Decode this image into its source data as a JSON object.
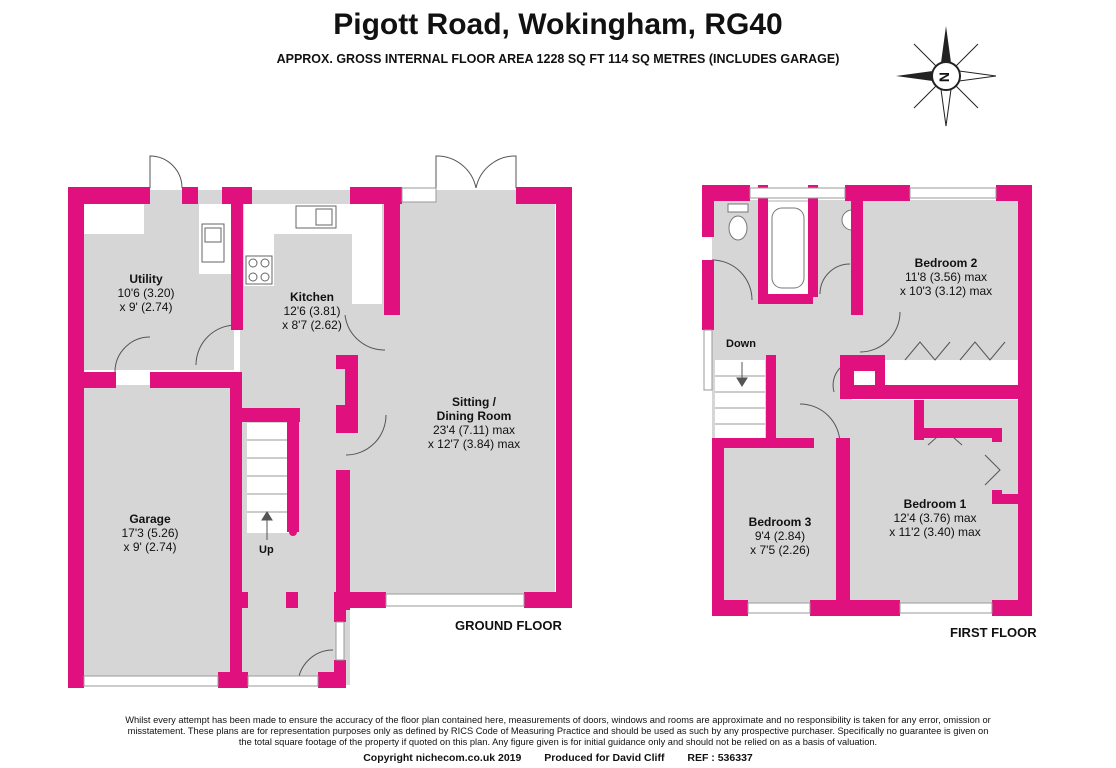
{
  "header": {
    "title": "Pigott Road, Wokingham, RG40",
    "subtitle": "APPROX. GROSS INTERNAL FLOOR AREA 1228 SQ FT 114 SQ METRES (INCLUDES GARAGE)"
  },
  "compass": {
    "letter": "N"
  },
  "ground_floor": {
    "label": "GROUND FLOOR",
    "up_label": "Up",
    "rooms": {
      "utility": {
        "name": "Utility",
        "dim1": "10'6 (3.20)",
        "dim2": "x 9' (2.74)"
      },
      "kitchen": {
        "name": "Kitchen",
        "dim1": "12'6 (3.81)",
        "dim2": "x 8'7 (2.62)"
      },
      "sitting": {
        "name": "Sitting /",
        "name2": "Dining Room",
        "dim1": "23'4 (7.11) max",
        "dim2": "x 12'7 (3.84) max"
      },
      "garage": {
        "name": "Garage",
        "dim1": "17'3 (5.26)",
        "dim2": "x 9' (2.74)"
      }
    }
  },
  "first_floor": {
    "label": "FIRST FLOOR",
    "down_label": "Down",
    "rooms": {
      "bedroom2": {
        "name": "Bedroom 2",
        "dim1": "11'8 (3.56) max",
        "dim2": "x 10'3 (3.12) max"
      },
      "bedroom1": {
        "name": "Bedroom 1",
        "dim1": "12'4 (3.76) max",
        "dim2": "x 11'2 (3.40) max"
      },
      "bedroom3": {
        "name": "Bedroom 3",
        "dim1": "9'4 (2.84)",
        "dim2": "x 7'5 (2.26)"
      }
    }
  },
  "disclaimer": "Whilst every attempt has been made to ensure the accuracy of the floor plan contained here, measurements of doors, windows and rooms are approximate and no responsibility is taken for any error, omission or misstatement. These plans are for representation purposes only as defined by RICS Code of Measuring Practice and should be used as such by any prospective purchaser. Specifically no guarantee is given on the total square footage of the property if quoted on this plan. Any figure given is for initial guidance only and should not be relied on as a basis of valuation.",
  "footer": {
    "copyright": "Copyright nichecom.co.uk 2019",
    "producer": "Produced for David Cliff",
    "ref": "REF : 536337"
  },
  "colors": {
    "wall": "#e0117f",
    "floor": "#d6d6d6",
    "window": "#ffffff",
    "line": "#888888"
  }
}
